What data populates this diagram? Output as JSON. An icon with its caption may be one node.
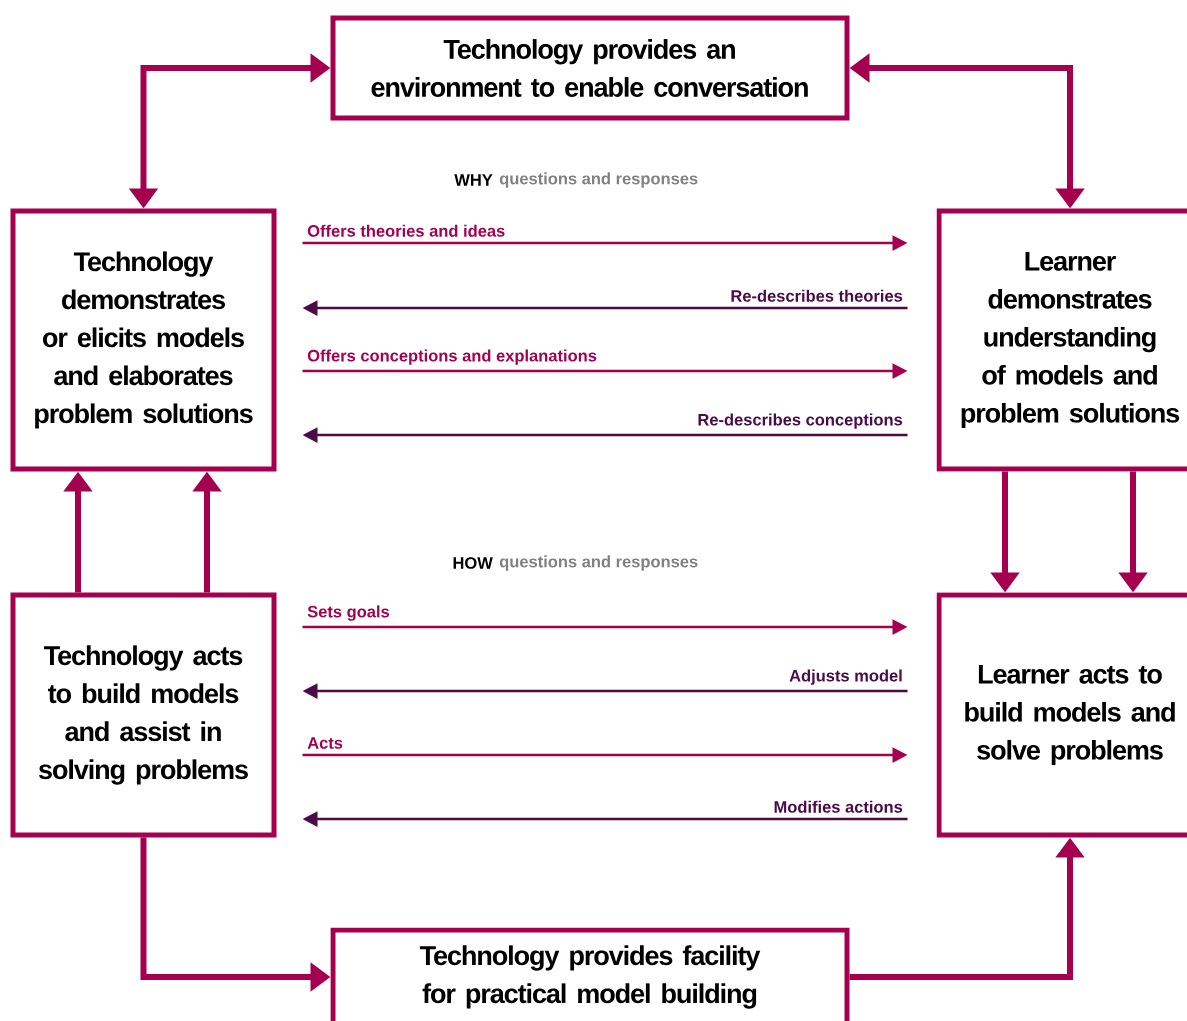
{
  "diagram": {
    "nodes": [
      {
        "text": [
          "Technology provides an environment to enable conversation"
        ]
      },
      {
        "text": [
          "Technology demonstrates or elicits models and elaborates problem solutions"
        ]
      },
      {
        "text": [
          "Learner demonstrates understanding of models and problem solutions"
        ]
      },
      {
        "text": [
          "Technology acts to build models and assist in solving problems"
        ]
      },
      {
        "text": [
          "Learner acts to build models and solve problems"
        ]
      },
      {
        "text": [
          "Technology provides facility for practical model building"
        ]
      }
    ],
    "edges": [
      {
        "from": 0,
        "to": 1,
        "arrow": "both",
        "style": "thick"
      },
      {
        "from": 0,
        "to": 2,
        "arrow": "both",
        "style": "thick"
      },
      {
        "from": 1,
        "to": 2,
        "arrow": "to",
        "label": "Offers theories and ideas"
      },
      {
        "from": 2,
        "to": 1,
        "arrow": "to",
        "label": "Re-describes theories",
        "color": "#4b0a48"
      },
      {
        "from": 1,
        "to": 2,
        "arrow": "to",
        "label": "Offers conceptions and explanations"
      },
      {
        "from": 2,
        "to": 1,
        "arrow": "to",
        "label": "Re-describes conceptions",
        "color": "#4b0a48"
      },
      {
        "from": 3,
        "to": 4,
        "arrow": "to",
        "label": "Sets goals"
      },
      {
        "from": 4,
        "to": 3,
        "arrow": "to",
        "label": "Adjusts model",
        "color": "#4b0a48"
      },
      {
        "from": 3,
        "to": 4,
        "arrow": "to",
        "label": "Acts"
      },
      {
        "from": 4,
        "to": 3,
        "arrow": "to",
        "label": "Modifies actions",
        "color": "#4b0a48"
      },
      {
        "from": 3,
        "to": 1,
        "arrow": "to",
        "style": "thick"
      },
      {
        "from": 3,
        "to": 1,
        "arrow": "to",
        "style": "thick"
      },
      {
        "from": 2,
        "to": 4,
        "arrow": "to",
        "style": "thick"
      },
      {
        "from": 2,
        "to": 4,
        "arrow": "to",
        "style": "thick"
      },
      {
        "from": 3,
        "to": 5,
        "arrow": "to",
        "style": "thick"
      },
      {
        "from": 5,
        "to": 4,
        "arrow": "to",
        "style": "thick"
      }
    ],
    "labels": [
      "WHY",
      "questions and responses",
      "HOW",
      "questions and responses"
    ]
  }
}
